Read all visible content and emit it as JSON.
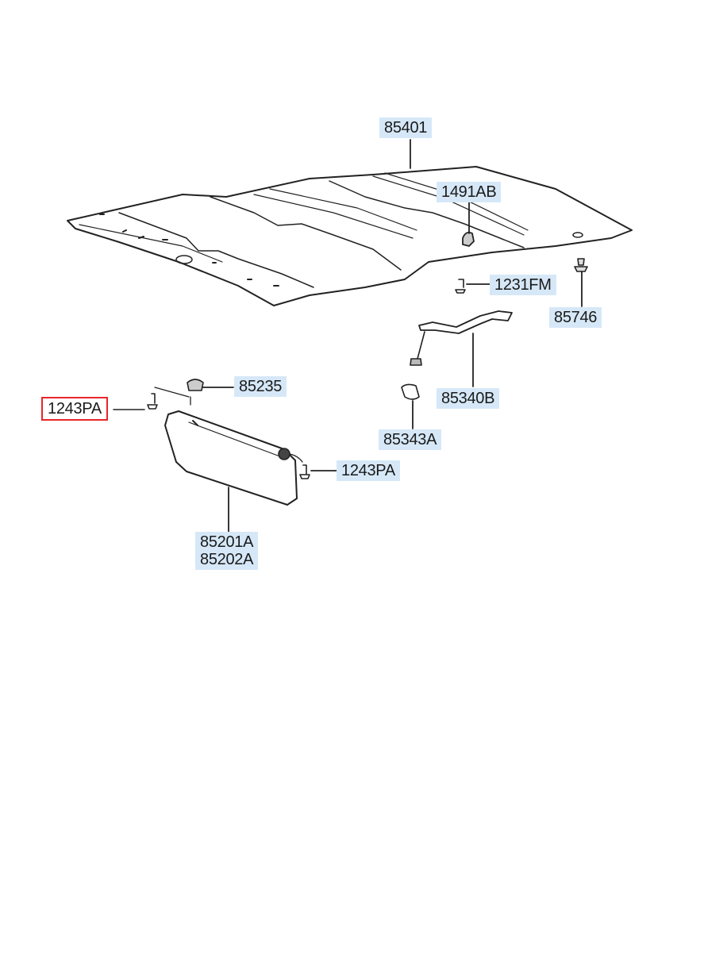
{
  "diagram": {
    "callouts": {
      "p85401": "85401",
      "p1491AB": "1491AB",
      "p1231FM": "1231FM",
      "p85746": "85746",
      "p85235": "85235",
      "p1243PA_left": "1243PA",
      "p85340B": "85340B",
      "p85343A": "85343A",
      "p1243PA_right": "1243PA",
      "p85201A": "85201A",
      "p85202A": "85202A"
    },
    "selected_part": "1243PA",
    "colors": {
      "label_bg": "#d6e8f7",
      "selected_outline": "#e8262b",
      "line": "#222222"
    }
  }
}
